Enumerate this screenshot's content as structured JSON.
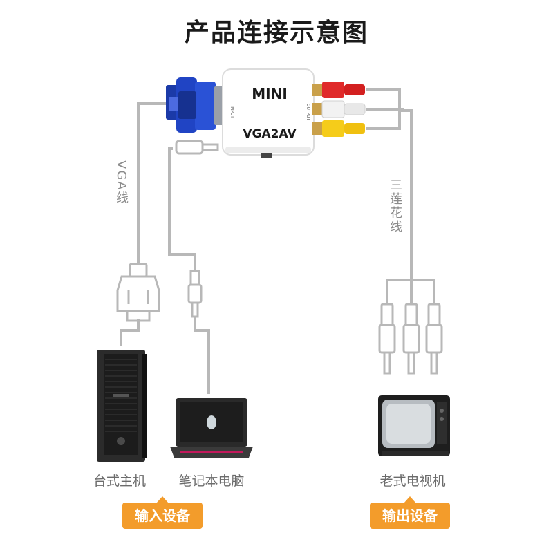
{
  "title": "产品连接示意图",
  "converter": {
    "brand": "MINI",
    "model": "VGA2AV",
    "input_label": "INPUT",
    "output_label": "OUTPUT"
  },
  "cables": {
    "vga_label": "VGA线",
    "rca_label": "三莲花线"
  },
  "devices": {
    "desktop": "台式主机",
    "laptop": "笔记本电脑",
    "tv": "老式电视机"
  },
  "groups": {
    "input": "输入设备",
    "output": "输出设备"
  },
  "colors": {
    "accent": "#f39c2b",
    "line": "#b8b8b8",
    "vga_blue": "#1d3fb8",
    "rca_red": "#e02a2a",
    "rca_white": "#f2f2f2",
    "rca_yellow": "#f5cc1a"
  }
}
